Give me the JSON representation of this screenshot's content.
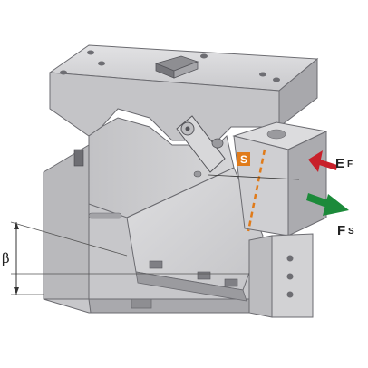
{
  "labels": {
    "angle": "β",
    "slide": "S",
    "ef_main": "E",
    "ef_sub": "F",
    "fs_main": "F",
    "fs_sub": "S"
  },
  "colors": {
    "body_light": "#d4d4d6",
    "body_mid": "#bdbdc0",
    "body_dark": "#8e8e92",
    "edge": "#6b6b70",
    "slide_orange": "#e07b1a",
    "arrow_red": "#c8202a",
    "arrow_green": "#1c8a3a"
  }
}
